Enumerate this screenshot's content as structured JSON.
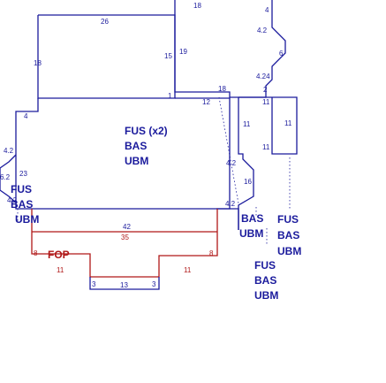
{
  "labels": {
    "fus_x2": "FUS (x2)",
    "bas_main": "BAS",
    "ubm_main": "UBM",
    "fus_left": "FUS",
    "bas_left": "BAS",
    "ubm_left": "UBM",
    "bas_mid": "BAS",
    "ubm_mid": "UBM",
    "fus_r1": "FUS",
    "bas_r1": "BAS",
    "ubm_r1": "UBM",
    "fus_r2": "FUS",
    "bas_r2": "BAS",
    "ubm_r2": "UBM",
    "fop": "FOP"
  },
  "dims": {
    "d26": "26",
    "d18_top": "18",
    "d4_top": "4",
    "d42_top": "4.2",
    "d15": "15",
    "d19": "19",
    "d6": "6",
    "d18_left": "18",
    "d424": "4.24",
    "d18_mid": "18",
    "d2": "2",
    "d1": "1",
    "d12": "12",
    "d11_tr": "11",
    "d11_a": "11",
    "d11_b": "11",
    "d11_c": "11",
    "d4_left": "4",
    "d42_left": "4.2",
    "d62": "6.2",
    "d23": "23",
    "d42_l2": "4.2",
    "d42_m": "4.2",
    "d16": "16",
    "d42_m2": "4.2",
    "d42_bottom": "42",
    "d35": "35",
    "d8_left": "8",
    "d8_right": "8",
    "d11_fop_l": "11",
    "d11_fop_r": "11",
    "d3_l": "3",
    "d13": "13",
    "d3_r": "3"
  }
}
